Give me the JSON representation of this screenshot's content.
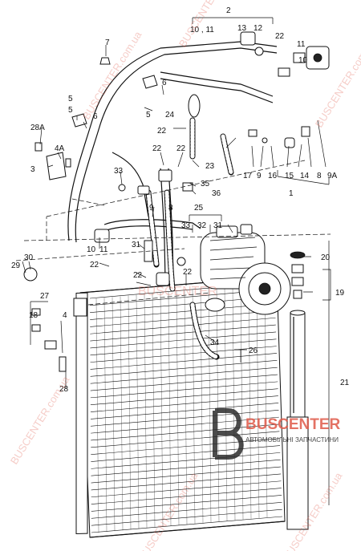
{
  "labels": [
    {
      "id": "2",
      "text": "2"
    },
    {
      "id": "10-11-top",
      "text": "10 , 11"
    },
    {
      "id": "13",
      "text": "13"
    },
    {
      "id": "12",
      "text": "12"
    },
    {
      "id": "22a",
      "text": "22"
    },
    {
      "id": "11a",
      "text": "11"
    },
    {
      "id": "7",
      "text": "7"
    },
    {
      "id": "10a",
      "text": "10"
    },
    {
      "id": "6a",
      "text": "6"
    },
    {
      "id": "5a",
      "text": "5"
    },
    {
      "id": "5b",
      "text": "5"
    },
    {
      "id": "6b",
      "text": "6"
    },
    {
      "id": "5c",
      "text": "5"
    },
    {
      "id": "22b",
      "text": "22"
    },
    {
      "id": "24",
      "text": "24"
    },
    {
      "id": "28A",
      "text": "28A"
    },
    {
      "id": "4A",
      "text": "4A"
    },
    {
      "id": "3",
      "text": "3"
    },
    {
      "id": "22c",
      "text": "22"
    },
    {
      "id": "22d",
      "text": "22"
    },
    {
      "id": "23",
      "text": "23"
    },
    {
      "id": "17",
      "text": "17"
    },
    {
      "id": "9a",
      "text": "9"
    },
    {
      "id": "16",
      "text": "16"
    },
    {
      "id": "15",
      "text": "15"
    },
    {
      "id": "14",
      "text": "14"
    },
    {
      "id": "8a",
      "text": "8"
    },
    {
      "id": "9A",
      "text": "9A"
    },
    {
      "id": "1",
      "text": "1"
    },
    {
      "id": "33a",
      "text": "33"
    },
    {
      "id": "35",
      "text": "35"
    },
    {
      "id": "36",
      "text": "36"
    },
    {
      "id": "9b",
      "text": "9"
    },
    {
      "id": "8b",
      "text": "8"
    },
    {
      "id": "25",
      "text": "25"
    },
    {
      "id": "33b",
      "text": "33"
    },
    {
      "id": "32",
      "text": "32"
    },
    {
      "id": "31a",
      "text": "31"
    },
    {
      "id": "10b",
      "text": "10"
    },
    {
      "id": "11b",
      "text": "11"
    },
    {
      "id": "31b",
      "text": "31"
    },
    {
      "id": "29",
      "text": "29"
    },
    {
      "id": "30",
      "text": "30"
    },
    {
      "id": "22e",
      "text": "22"
    },
    {
      "id": "22f",
      "text": "22"
    },
    {
      "id": "22g",
      "text": "22"
    },
    {
      "id": "20",
      "text": "20"
    },
    {
      "id": "19",
      "text": "19"
    },
    {
      "id": "27",
      "text": "27"
    },
    {
      "id": "18",
      "text": "18"
    },
    {
      "id": "4",
      "text": "4"
    },
    {
      "id": "34",
      "text": "34"
    },
    {
      "id": "26",
      "text": "26"
    },
    {
      "id": "28",
      "text": "28"
    },
    {
      "id": "21",
      "text": "21"
    }
  ],
  "watermark": {
    "brand": "BUSCENTER.com.ua",
    "logo_title": "BUSCENTER",
    "logo_subtitle": "АВТОМОБІЛЬНІ ЗАПЧАСТИНИ",
    "center_text": "BUSCENTER"
  },
  "colors": {
    "watermark": "#e05a4a",
    "ink": "#111111",
    "logo_dark": "#2b2b2b"
  }
}
